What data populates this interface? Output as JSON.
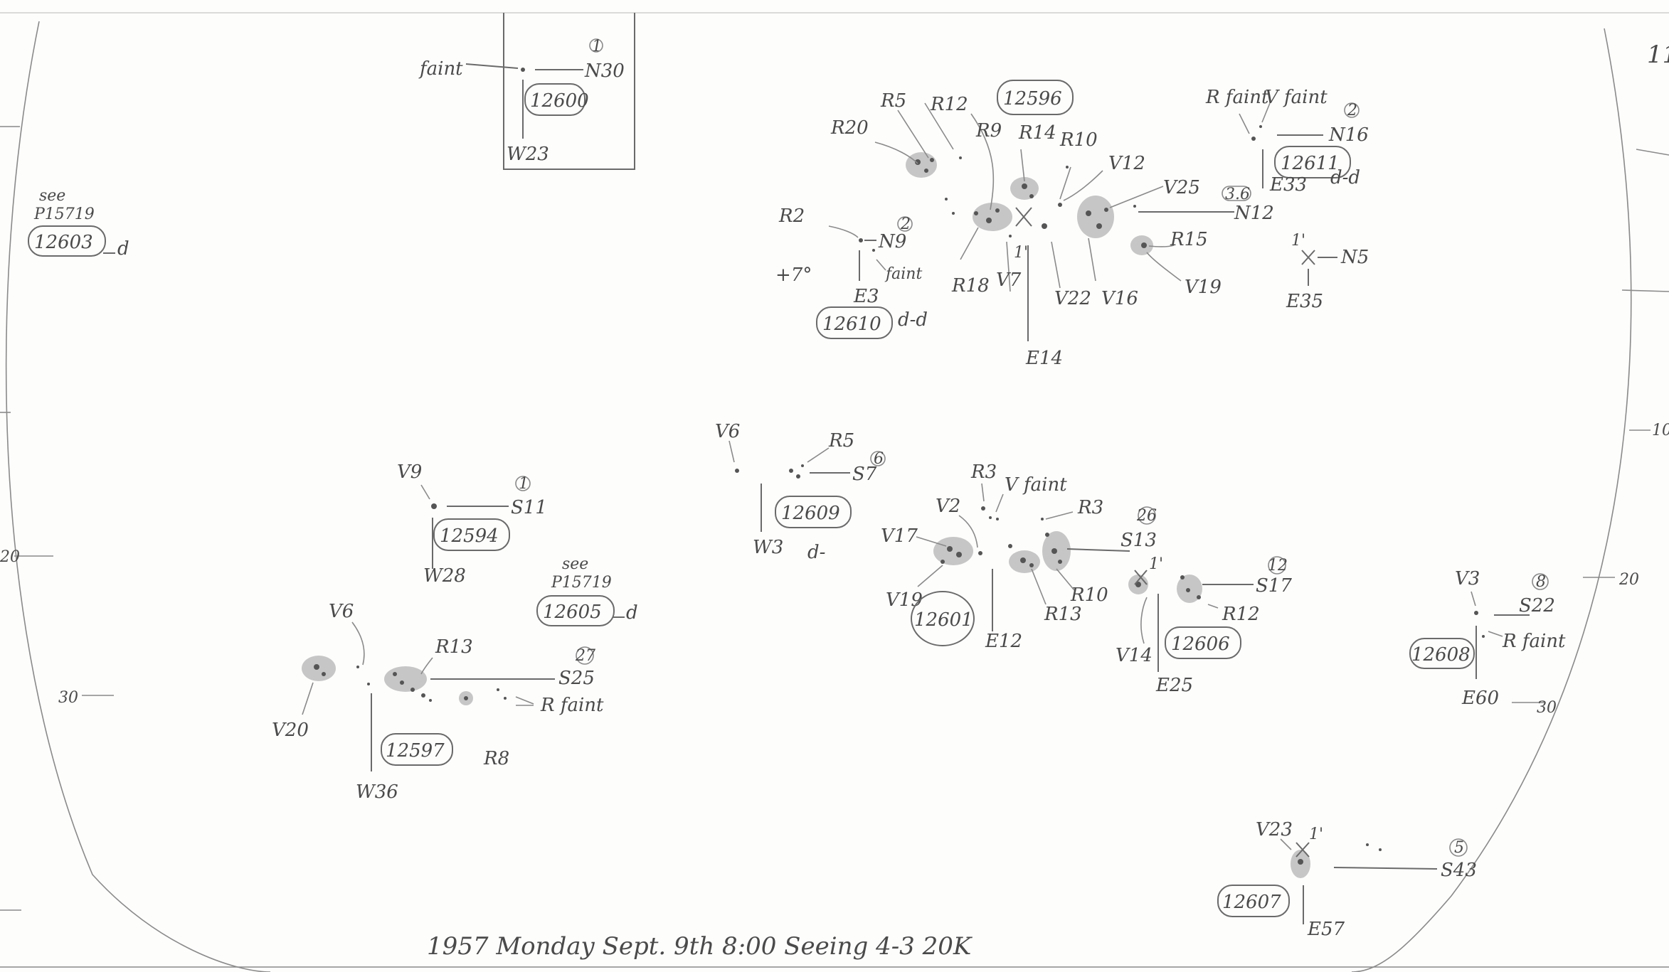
{
  "footer": {
    "caption": "1957 Monday Sept. 9th 8:00 Seeing 4-3 20K"
  },
  "margin_right": {
    "top_mark": "11"
  },
  "side_ticks": {
    "right_10": "10",
    "right_20": "20",
    "right_30": "30",
    "left_20": "20",
    "left_30": "30"
  },
  "notes": {
    "see_a": "see",
    "plate_a": "P15719",
    "see_b": "see",
    "plate_b": "P15719"
  },
  "groups": [
    {
      "id": "12600",
      "num": "1",
      "ns": "N30",
      "ew": "W23",
      "extra": [
        "faint"
      ]
    },
    {
      "id": "12596",
      "num": "",
      "ns": "",
      "ew": "E14",
      "labels": [
        "R20",
        "R5",
        "R12",
        "R9",
        "R14",
        "R10",
        "V12",
        "V25",
        "N12",
        "3.6",
        "R15",
        "V19",
        "V16",
        "V22",
        "V7",
        "R18",
        "1'"
      ]
    },
    {
      "id": "12611",
      "num": "2",
      "ns": "N16",
      "ew": "E33",
      "extra": [
        "R faint",
        "V faint",
        "d-d"
      ]
    },
    {
      "id": "12610",
      "num": "2",
      "ns": "N9",
      "ew": "E3",
      "extra": [
        "R2",
        "+7°",
        "faint",
        "d-d"
      ]
    },
    {
      "id": "12603",
      "num": "",
      "ns": "",
      "ew": "",
      "extra": [
        "d"
      ]
    },
    {
      "id": "12594",
      "num": "1",
      "ns": "S11",
      "ew": "W28",
      "extra": [
        "V9"
      ]
    },
    {
      "id": "12609",
      "num": "6",
      "ns": "S7",
      "ew": "W3",
      "extra": [
        "V6",
        "R5",
        "d-"
      ]
    },
    {
      "id": "12601",
      "num": "26",
      "ns": "S13",
      "ew": "E12",
      "labels": [
        "R3",
        "V faint",
        "R3",
        "V2",
        "V17",
        "V19",
        "R10",
        "R13"
      ]
    },
    {
      "id": "12606",
      "num": "12",
      "ns": "S17",
      "ew": "E25",
      "extra": [
        "1'",
        "R12",
        "V14"
      ]
    },
    {
      "id": "12605",
      "num": "",
      "ns": "",
      "ew": "",
      "extra": [
        "d"
      ]
    },
    {
      "id": "12597",
      "num": "27",
      "ns": "S25",
      "ew": "W36",
      "extra": [
        "V6",
        "R13",
        "V20",
        "R8",
        "R faint"
      ]
    },
    {
      "id": "12608",
      "num": "8",
      "ns": "S22",
      "ew": "E60",
      "extra": [
        "V3",
        "R faint"
      ]
    },
    {
      "id": "12607",
      "num": "5",
      "ns": "S43",
      "ew": "E57",
      "extra": [
        "V23",
        "1'"
      ]
    }
  ],
  "scale_ref": {
    "label_ns": "N5",
    "label_ew": "E35",
    "tick": "1'"
  }
}
